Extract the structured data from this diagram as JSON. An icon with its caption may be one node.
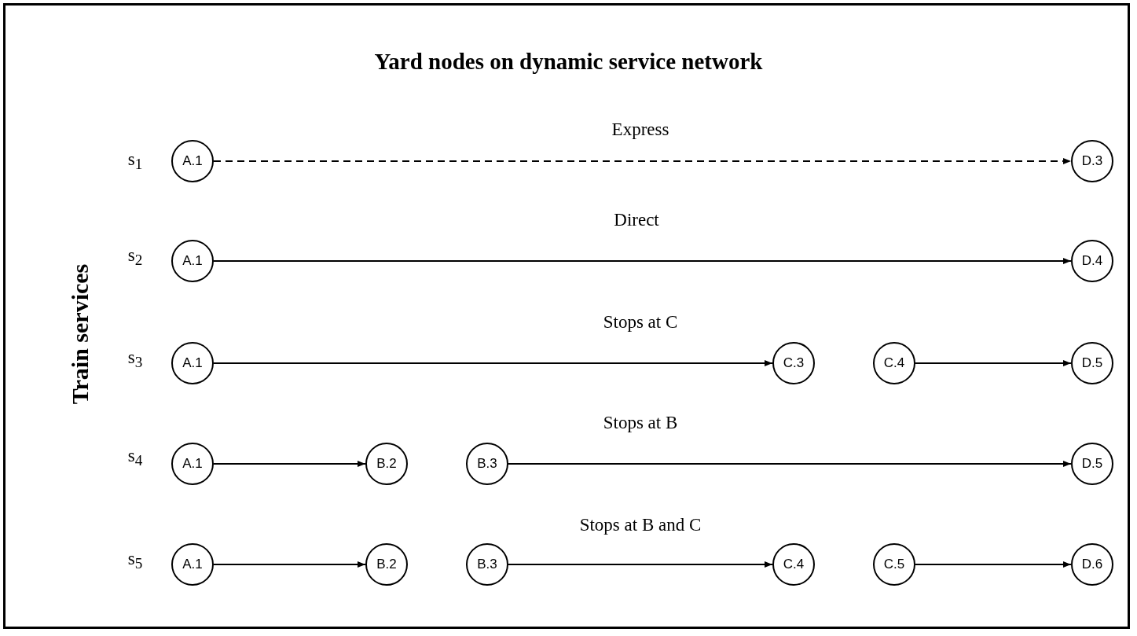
{
  "diagram": {
    "title": "Yard nodes on dynamic service network",
    "nodes": [
      {
        "text": [
          "A.1"
        ]
      },
      {
        "text": [
          "D.3"
        ]
      },
      {
        "text": [
          "A.1"
        ]
      },
      {
        "text": [
          "D.4"
        ]
      },
      {
        "text": [
          "A.1"
        ]
      },
      {
        "text": [
          "C.3"
        ]
      },
      {
        "text": [
          "C.4"
        ]
      },
      {
        "text": [
          "D.5"
        ]
      },
      {
        "text": [
          "A.1"
        ]
      },
      {
        "text": [
          "B.2"
        ]
      },
      {
        "text": [
          "B.3"
        ]
      },
      {
        "text": [
          "D.5"
        ]
      },
      {
        "text": [
          "A.1"
        ]
      },
      {
        "text": [
          "B.2"
        ]
      },
      {
        "text": [
          "B.3"
        ]
      },
      {
        "text": [
          "C.4"
        ]
      },
      {
        "text": [
          "C.5"
        ]
      },
      {
        "text": [
          "D.6"
        ]
      }
    ],
    "edges": [
      {
        "from": 0,
        "to": 1,
        "arrow": "to",
        "style": "dashed"
      },
      {
        "from": 2,
        "to": 3,
        "arrow": "to"
      },
      {
        "from": 4,
        "to": 5,
        "arrow": "to"
      },
      {
        "from": 6,
        "to": 7,
        "arrow": "to"
      },
      {
        "from": 8,
        "to": 9,
        "arrow": "to"
      },
      {
        "from": 10,
        "to": 11,
        "arrow": "to"
      },
      {
        "from": 12,
        "to": 13,
        "arrow": "to"
      },
      {
        "from": 14,
        "to": 15,
        "arrow": "to"
      },
      {
        "from": 16,
        "to": 17,
        "arrow": "to"
      }
    ],
    "labels": [
      "Train services",
      "Express",
      "s$_{1}$",
      "Direct",
      "s$_{2}$",
      "Stops at C",
      "s$_{3}$",
      "Stops at B",
      "s$_{4}$",
      "Stops at B and C",
      "s$_{5}$"
    ]
  }
}
